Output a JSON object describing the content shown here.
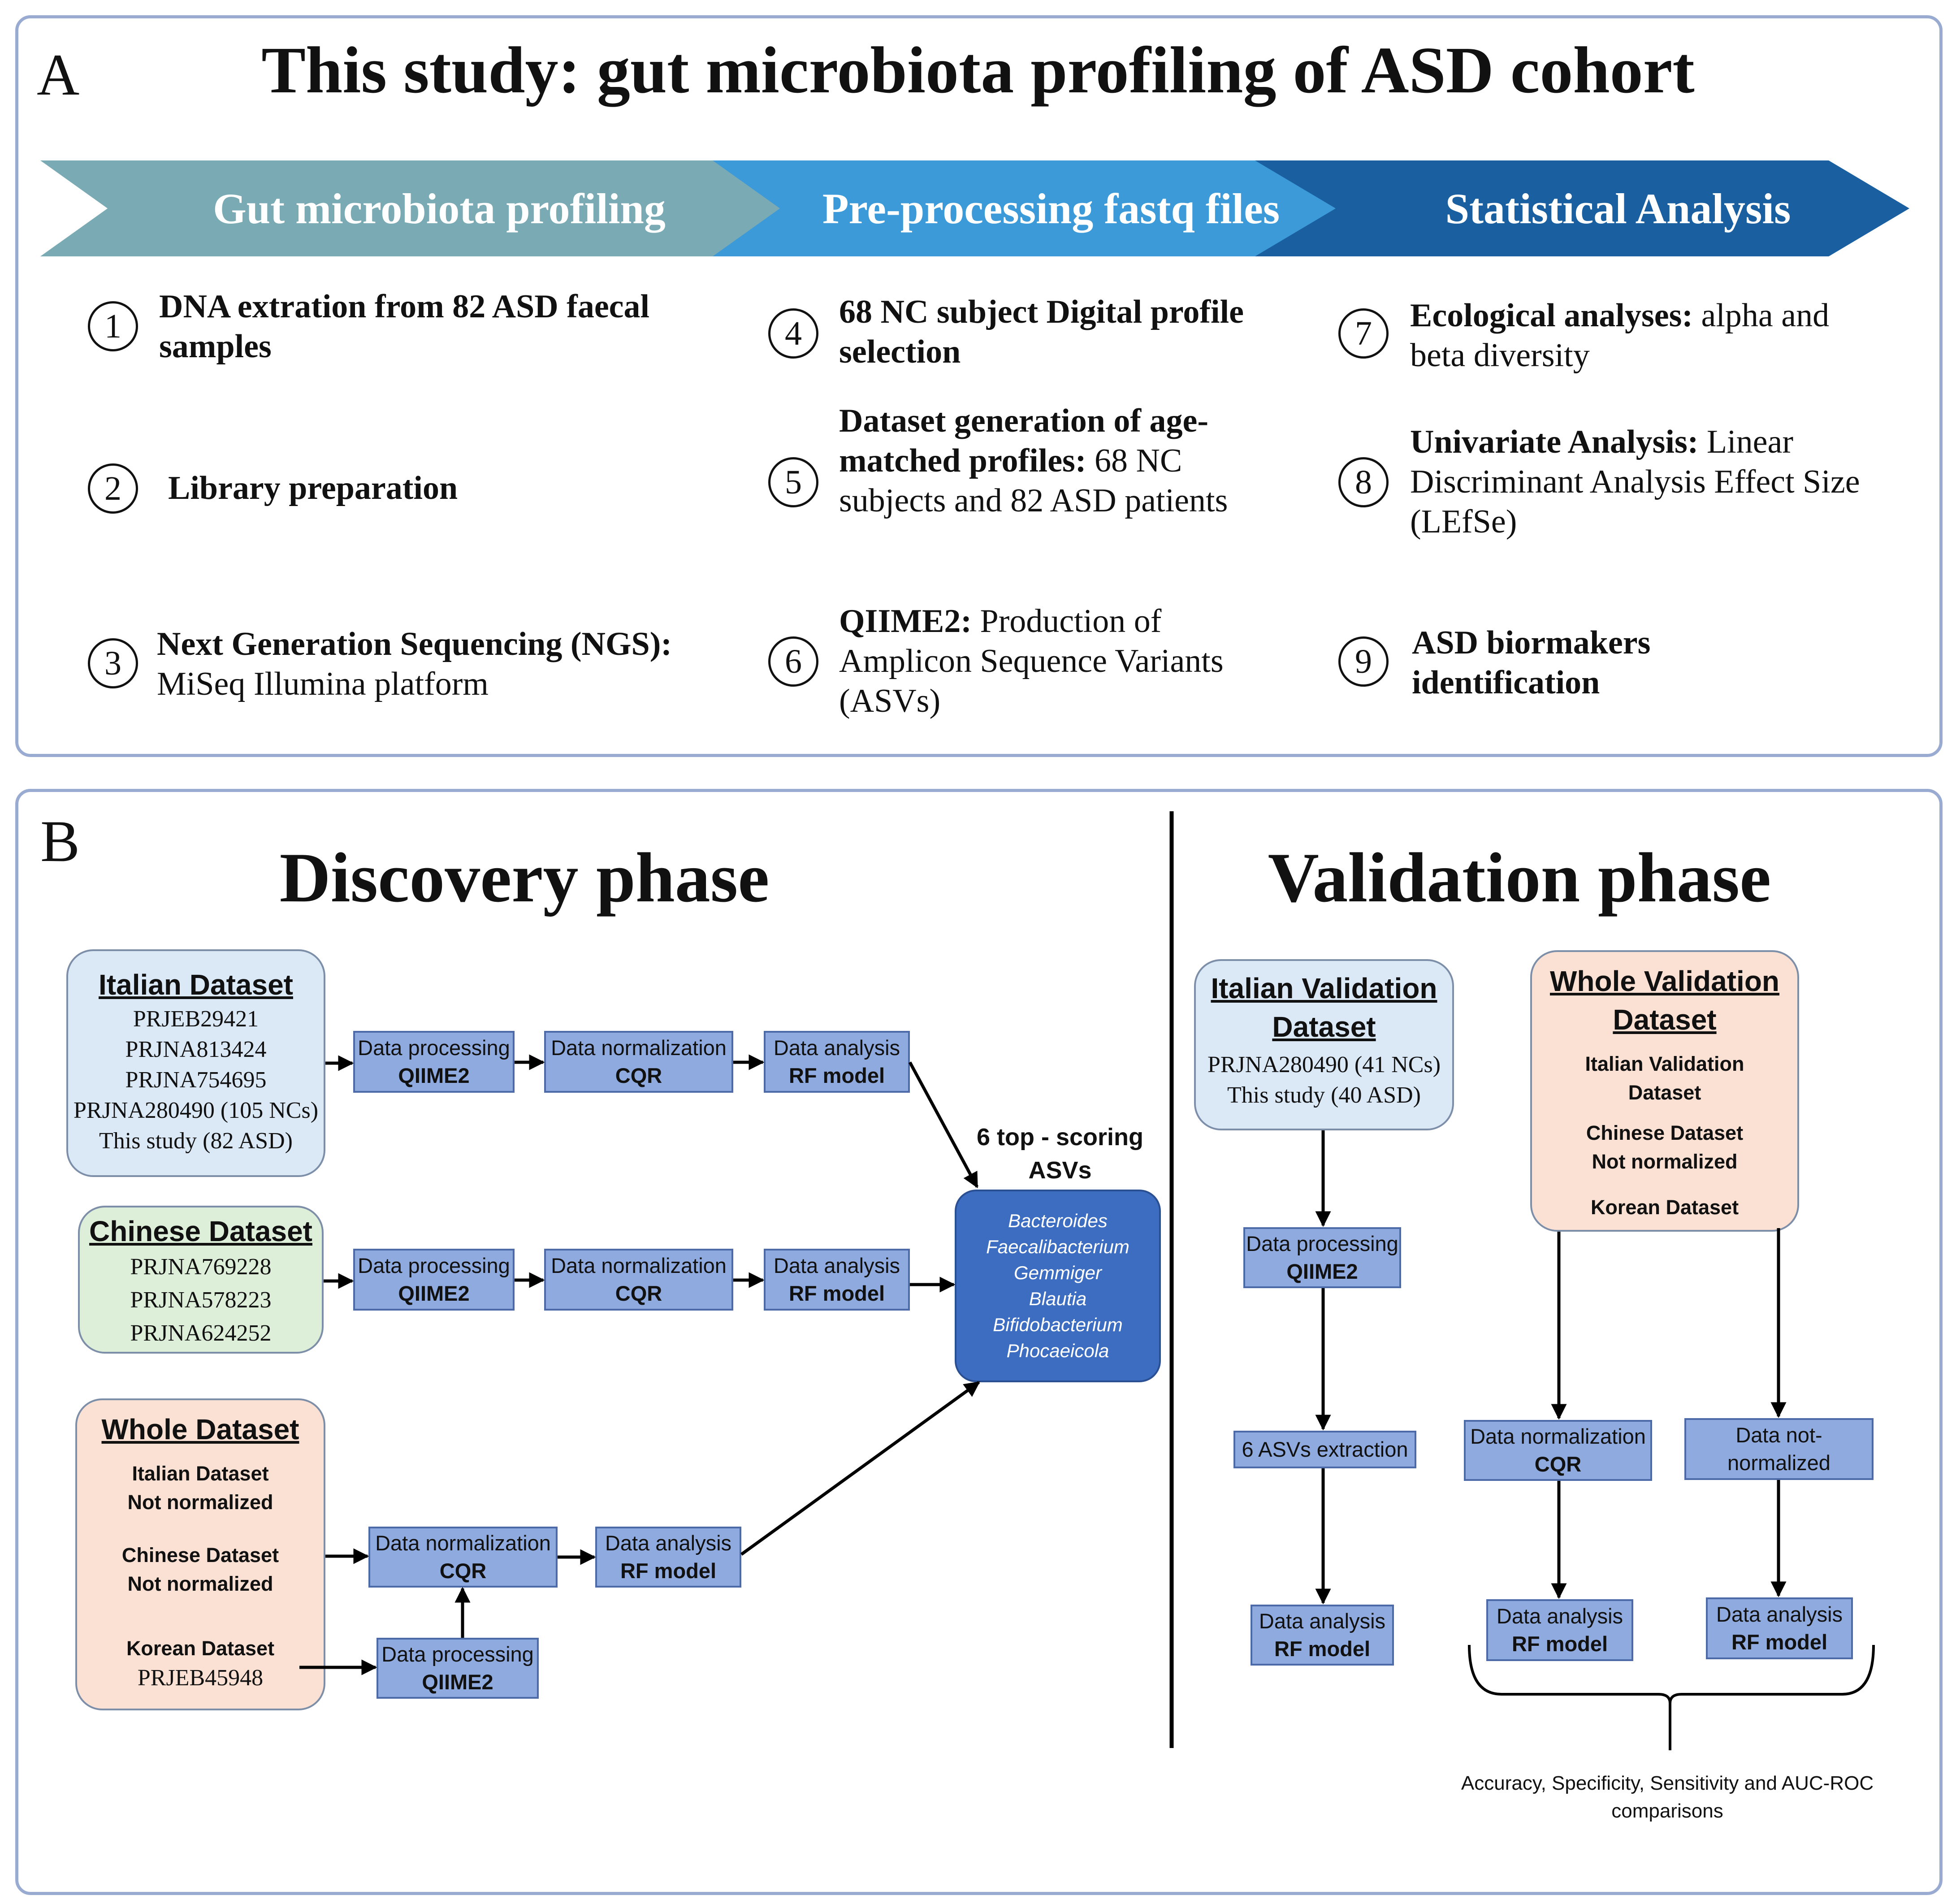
{
  "panel_a": {
    "letter": "A",
    "title": "This study: gut microbiota profiling of ASD cohort",
    "arrows": [
      {
        "label": "Gut microbiota profiling",
        "color": "#7aaab4"
      },
      {
        "label": "Pre-processing fastq files",
        "color": "#3d9ad9"
      },
      {
        "label": "Statistical Analysis",
        "color": "#1a5f9f"
      }
    ],
    "steps": [
      {
        "num": "1",
        "bold": "DNA extration from 82 ASD faecal samples",
        "rest": ""
      },
      {
        "num": "2",
        "bold": "Library preparation",
        "rest": ""
      },
      {
        "num": "3",
        "bold": "Next Generation Sequencing (NGS):",
        "rest": "MiSeq Illumina platform"
      },
      {
        "num": "4",
        "bold": "68 NC subject Digital profile selection",
        "rest": ""
      },
      {
        "num": "5",
        "bold": "Dataset generation of age-matched profiles:",
        "rest": "68 NC subjects and 82 ASD patients"
      },
      {
        "num": "6",
        "bold": "QIIME2:",
        "rest": "Production of Amplicon Sequence Variants (ASVs)"
      },
      {
        "num": "7",
        "bold": "Ecological analyses:",
        "rest": "alpha and beta diversity"
      },
      {
        "num": "8",
        "bold": "Univariate Analysis:",
        "rest": "Linear Discriminant Analysis Effect Size (LEfSe)"
      },
      {
        "num": "9",
        "bold": "ASD biormakers identification",
        "rest": ""
      }
    ]
  },
  "panel_b": {
    "letter": "B",
    "discovery_title": "Discovery phase",
    "validation_title": "Validation phase",
    "italian": {
      "title": "Italian Dataset",
      "items": [
        "PRJEB29421",
        "PRJNA813424",
        "PRJNA754695",
        "PRJNA280490 (105 NCs)",
        "This study (82 ASD)"
      ]
    },
    "chinese": {
      "title": "Chinese Dataset",
      "items": [
        "PRJNA769228",
        "PRJNA578223",
        "PRJNA624252"
      ]
    },
    "whole": {
      "title": "Whole Dataset",
      "it_l1": "Italian Dataset",
      "it_l2": "Not normalized",
      "cn_l1": "Chinese Dataset",
      "cn_l2": "Not normalized",
      "kr_l1": "Korean Dataset",
      "kr_l2": "PRJEB45948"
    },
    "boxes": {
      "processing": "Data processing",
      "qiime": "QIIME2",
      "normalization": "Data normalization",
      "cqr": "CQR",
      "analysis": "Data analysis",
      "rf": "RF model",
      "extraction": "6 ASVs extraction",
      "not_norm_l1": "Data not-",
      "not_norm_l2": "normalized"
    },
    "top_asvs": {
      "label_l1": "6 top - scoring",
      "label_l2": "ASVs",
      "taxa": [
        "Bacteroides",
        "Faecalibacterium",
        "Gemmiger",
        "Blautia",
        "Bifidobacterium",
        "Phocaeicola"
      ]
    },
    "italian_validation": {
      "title_l1": "Italian Validation",
      "title_l2": "Dataset",
      "items": [
        "PRJNA280490 (41 NCs)",
        "This study (40 ASD)"
      ]
    },
    "whole_validation": {
      "title_l1": "Whole Validation",
      "title_l2": "Dataset",
      "it_l1": "Italian Validation",
      "it_l2": "Dataset",
      "cn_l1": "Chinese Dataset",
      "cn_l2": "Not normalized",
      "kr": "Korean Dataset"
    },
    "comparison_l1": "Accuracy, Specificity, Sensitivity and AUC-ROC",
    "comparison_l2": "comparisons"
  }
}
